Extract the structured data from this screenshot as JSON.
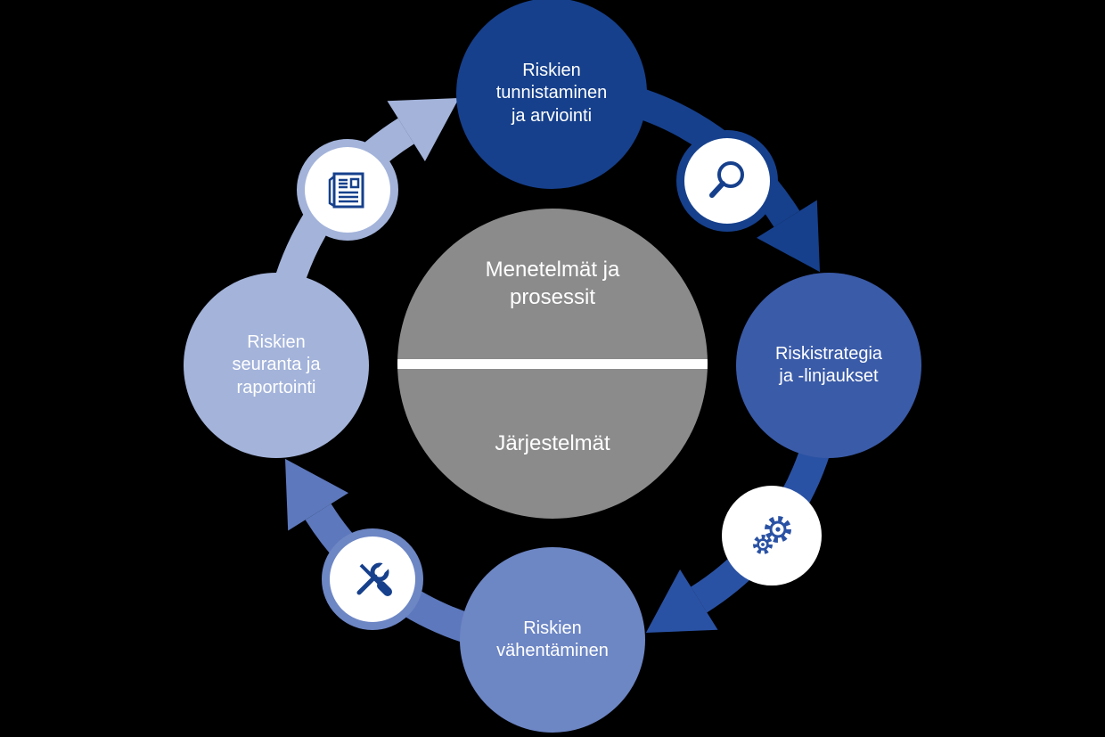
{
  "background_color": "#000000",
  "cycle": {
    "center": {
      "top_label": "Menetelmät ja\nprosessit",
      "bottom_label": "Järjestelmät",
      "color": "#8b8b8b",
      "divider_color": "#ffffff"
    },
    "nodes": [
      {
        "id": "top",
        "label": "Riskien\ntunnistaminen\nja arviointi",
        "color": "#16408c"
      },
      {
        "id": "right",
        "label": "Riskistrategia\nja -linjaukset",
        "color": "#3a5ba8"
      },
      {
        "id": "bottom",
        "label": "Riskien\nvähentäminen",
        "color": "#6d86c4"
      },
      {
        "id": "left",
        "label": "Riskien\nseuranta ja\nraportointi",
        "color": "#a3b3da"
      }
    ],
    "badges": [
      {
        "id": "top-left",
        "icon": "newspaper-icon",
        "ring_color": "#a3b3da"
      },
      {
        "id": "top-right",
        "icon": "magnifier-icon",
        "ring_color": "#16408c"
      },
      {
        "id": "bottom-right",
        "icon": "gears-icon",
        "ring_color": "#ffffff"
      },
      {
        "id": "bottom-left",
        "icon": "tools-icon",
        "ring_color": "#6d86c4"
      }
    ],
    "arrows": [
      {
        "id": "top-to-right",
        "color": "#16408c"
      },
      {
        "id": "right-to-bottom",
        "color": "#2a52a4"
      },
      {
        "id": "bottom-to-left",
        "color": "#5d78bc"
      },
      {
        "id": "left-to-top",
        "color": "#a3b3da"
      }
    ]
  }
}
